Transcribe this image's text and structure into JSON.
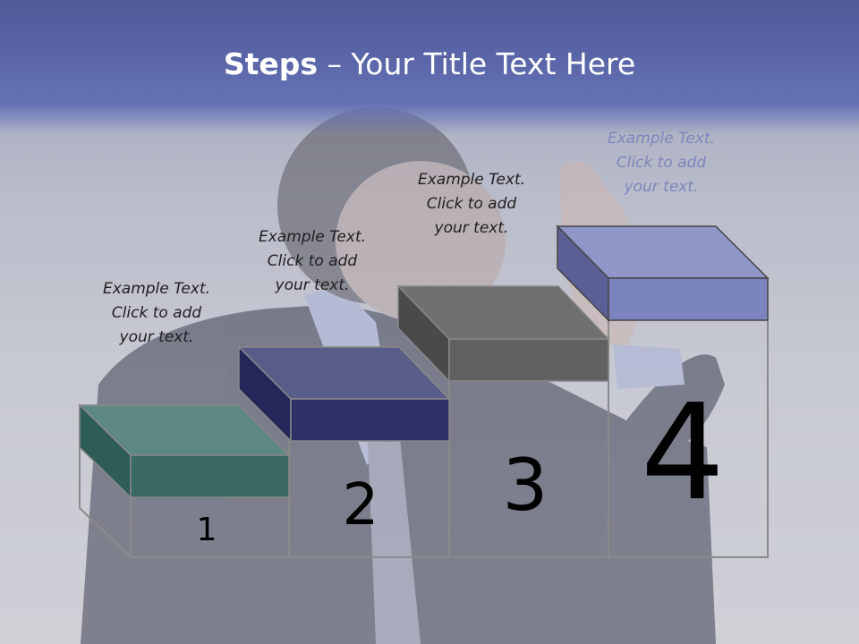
{
  "title": {
    "bold": "Steps",
    "rest": " – Your Title Text Here"
  },
  "colors": {
    "header": "#5a66a8",
    "step1": "#3a6660",
    "step2": "#2f2f6a",
    "step3": "#656565",
    "step4": "#7c84c0"
  },
  "steps": [
    {
      "number": "1",
      "text": [
        "Example Text.",
        "Click  to add",
        "your text."
      ]
    },
    {
      "number": "2",
      "text": [
        "Example Text.",
        "Click  to add",
        "your text."
      ]
    },
    {
      "number": "3",
      "text": [
        "Example Text.",
        "Click  to add",
        "your text."
      ]
    },
    {
      "number": "4",
      "text": [
        "Example Text.",
        "Click  to add",
        "your text."
      ]
    }
  ]
}
